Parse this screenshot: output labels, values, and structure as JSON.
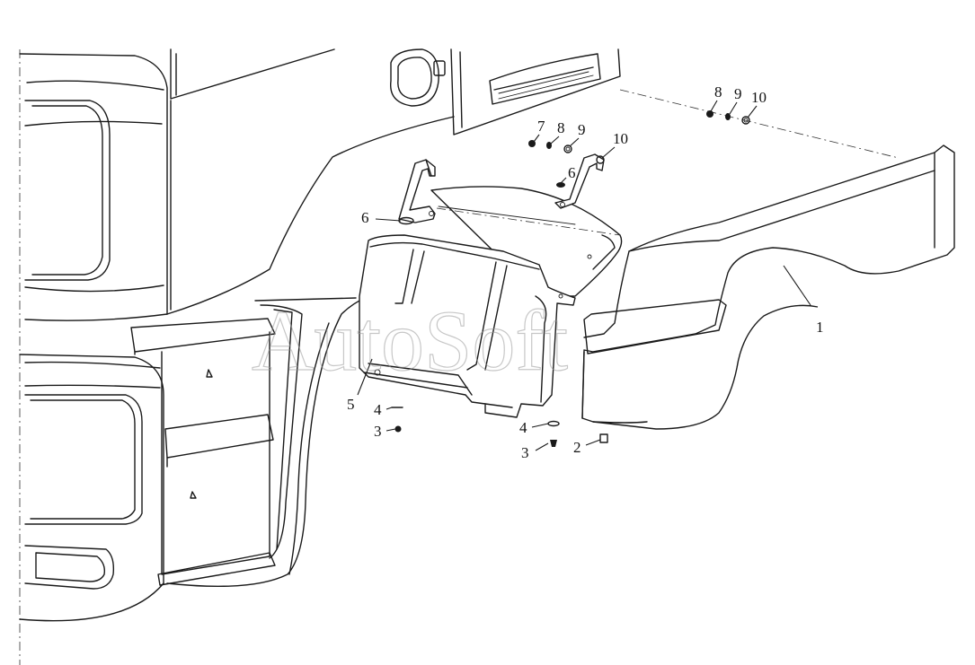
{
  "watermark": "AutoSoft",
  "callouts": {
    "c1": "1",
    "c2": "2",
    "c3a": "3",
    "c3b": "3",
    "c4a": "4",
    "c4b": "4",
    "c5": "5",
    "c6a": "6",
    "c6b": "6",
    "c7": "7",
    "c8a": "8",
    "c8b": "8",
    "c9a": "9",
    "c9b": "9",
    "c10a": "10",
    "c10b": "10"
  }
}
